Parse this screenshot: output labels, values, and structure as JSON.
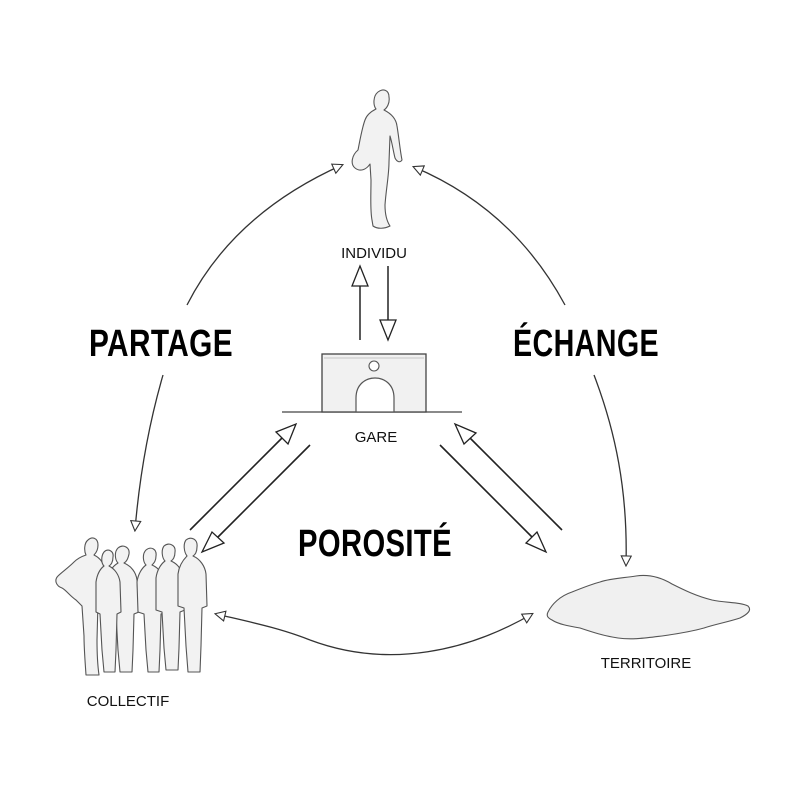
{
  "nodes": {
    "individu": "INDIVIDU",
    "gare": "GARE",
    "collectif": "COLLECTIF",
    "territoire": "TERRITOIRE"
  },
  "relations": {
    "partage": "PARTAGE",
    "echange": "ÉCHANGE",
    "porosite": "POROSITÉ"
  },
  "icons": [
    "person-icon",
    "station-icon",
    "group-icon",
    "landmass-icon"
  ]
}
